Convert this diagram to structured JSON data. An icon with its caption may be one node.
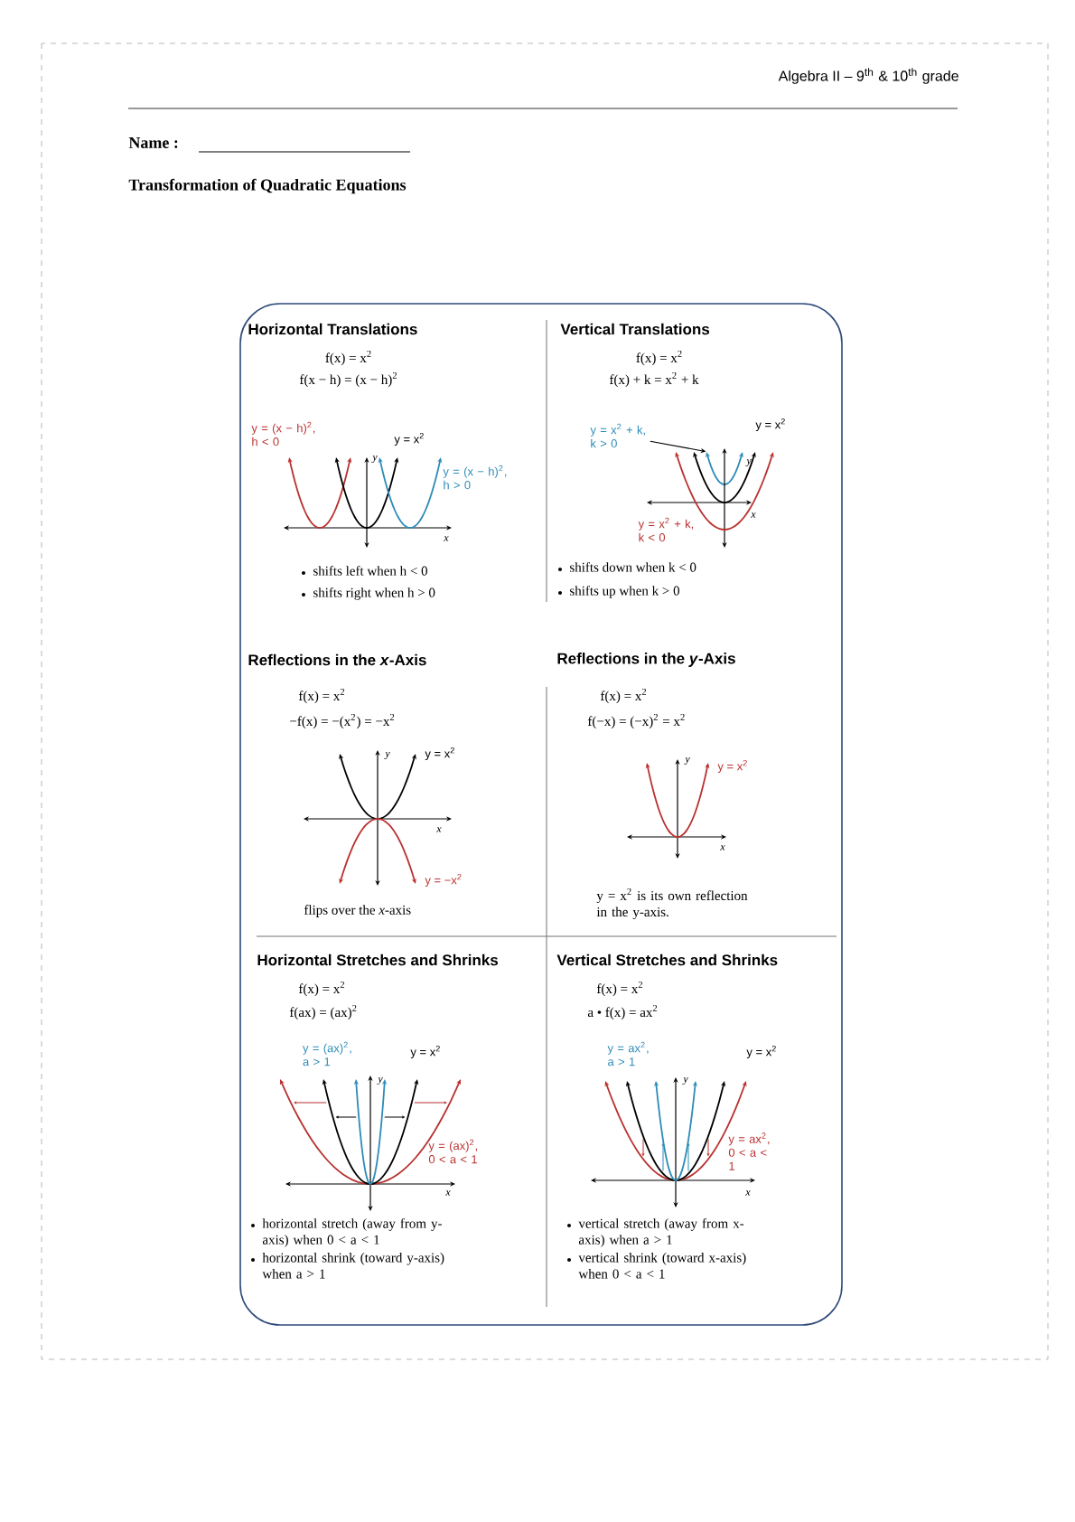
{
  "diagram": {
    "title": "Transformation of Quadratic Equations",
    "nodes": [
      {
        "text": [],
        "shape": "box"
      },
      {
        "text": [
          "Horizontal Translations",
          "f(x) = x$^{2}$",
          "f(x − h) = (x − h)$^{2}$",
          "y = (x − h)$^{2}$, h < 0",
          "y = x$^{2}$",
          "y",
          "y = (x − h)$^{2}$, h > 0",
          "x",
          "shifts left when h < 0",
          "shifts right when h > 0"
        ],
        "in": 0
      },
      {
        "text": [
          "Vertical Translations",
          "f(x) = x$^{2}$",
          "f(x) + k = x$^{2}$ + k",
          "y = x$^{2}$",
          "y",
          "x",
          "y = x$^{2}$ + k, k < 0",
          "shifts down when k < 0",
          "shifts up when k > 0"
        ],
        "in": 0
      },
      {
        "text": [
          "Reflections in the *x*-Axis",
          "f(x) = x$^{2}$",
          "−f(x) = −(x$^{2}$) = −x$^{2}$",
          "y",
          "y = x$^{2}$",
          "x",
          "y = −x$^{2}$",
          "flips over the *x*-axis"
        ],
        "in": 0
      },
      {
        "text": [
          "Reflections in the *y*-Axis",
          "f(x) = x$^{2}$",
          "f(−x) = (−x)$^{2}$ = x$^{2}$",
          "y",
          "y = x$^{2}$",
          "x",
          "y = x$^{2}$ is its own reflection in the y-axis."
        ],
        "in": 0
      },
      {
        "text": [
          "Horizontal Stretches and Shrinks",
          "f(x) = x$^{2}$",
          "f(ax) = (ax)$^{2}$",
          "y = (ax)$^{2}$, a > 1",
          "y = x$^{2}$",
          "y",
          "y = (ax)$^{2}$, 0 < a < 1",
          "x",
          "horizontal stretch (away from y-axis) when 0 < a < 1",
          "horizontal shrink (toward y-axis) when a > 1"
        ],
        "in": 0
      },
      {
        "text": [
          "Vertical Stretches and Shrinks",
          "f(x) = x$^{2}$",
          "a • f(x) = ax$^{2}$",
          "y = ax$^{2}$, a > 1",
          "y = x$^{2}$",
          "y",
          "y = ax$^{2}$, 0 < a < 1",
          "x",
          "vertical stretch (away from x-axis) when a > 1",
          "vertical shrink (toward x-axis) when 0 < a < 1"
        ],
        "in": 0
      },
      {
        "text": [
          "y = x$^{2}$ + k, k > 0"
        ],
        "in": 2
      },
      {
        "text": [],
        "shape": "curve",
        "in": 2
      }
    ],
    "edges": [
      {
        "from": 7,
        "to": 8,
        "arrow": "to"
      }
    ],
    "labels": [
      "Algebra II – 9$^{th}$ & 10$^{th}$ grade",
      "Name :"
    ]
  }
}
